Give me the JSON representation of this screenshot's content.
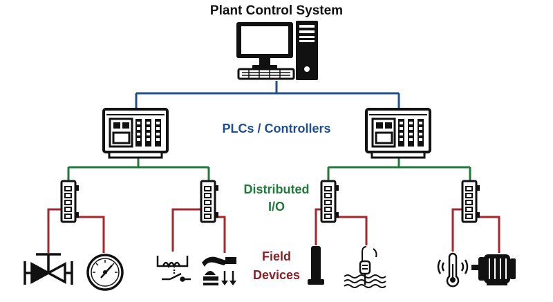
{
  "title": "Plant Control System",
  "plc_label": "PLCs / Controllers",
  "io_label": [
    "Distributed",
    "I/O"
  ],
  "field_label": [
    "Field",
    "Devices"
  ],
  "colors": {
    "network_blue": "#1f4f91",
    "io_green": "#1f7a3a",
    "field_red": "#a6262b",
    "plc_label": "#1f4f91",
    "io_label": "#1f7a3a",
    "field_label": "#8b2026",
    "outline": "#111111"
  },
  "icons": {
    "system": "computer-workstation-icon",
    "controllers": [
      "plc-rack-icon",
      "plc-rack-icon"
    ],
    "io_modules": [
      "io-module-icon",
      "io-module-icon",
      "io-module-icon",
      "io-module-icon"
    ],
    "field_devices": [
      "control-valve-icon",
      "pressure-gauge-icon",
      "switch-relay-icon",
      "actuator-icon",
      "level-sensor-icon",
      "immersion-probe-icon",
      "thermometer-icon",
      "electric-motor-icon"
    ]
  }
}
